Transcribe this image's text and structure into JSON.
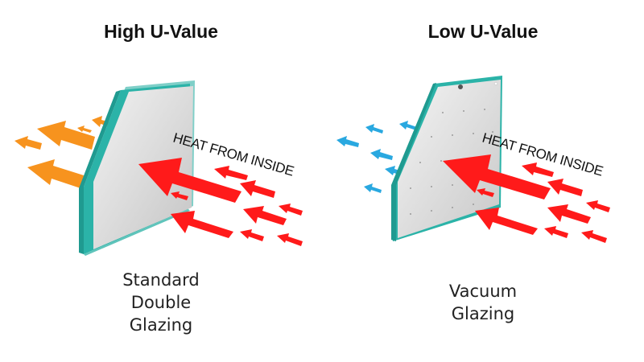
{
  "colors": {
    "outside_arrow_high": "#f7931e",
    "outside_arrow_low": "#29a8e0",
    "inside_arrow": "#ff1a1a",
    "glass_edge": "#2bb3a8",
    "glass_face": "#d9d9d9"
  },
  "panels": [
    {
      "title": "High U-Value",
      "heat_label": "HEAT FROM INSIDE",
      "caption_lines": [
        "Standard",
        "Double",
        "Glazing"
      ]
    },
    {
      "title": "Low U-Value",
      "heat_label": "HEAT FROM INSIDE",
      "caption_lines": [
        "Vacuum",
        "Glazing"
      ]
    }
  ]
}
